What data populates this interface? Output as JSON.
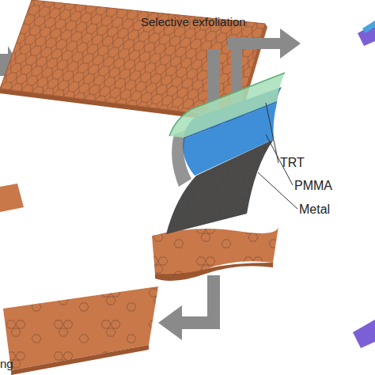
{
  "diagram": {
    "labels": [
      "Selective exfoliation",
      "TRT",
      "PMMA",
      "Metal",
      "ng"
    ]
  }
}
